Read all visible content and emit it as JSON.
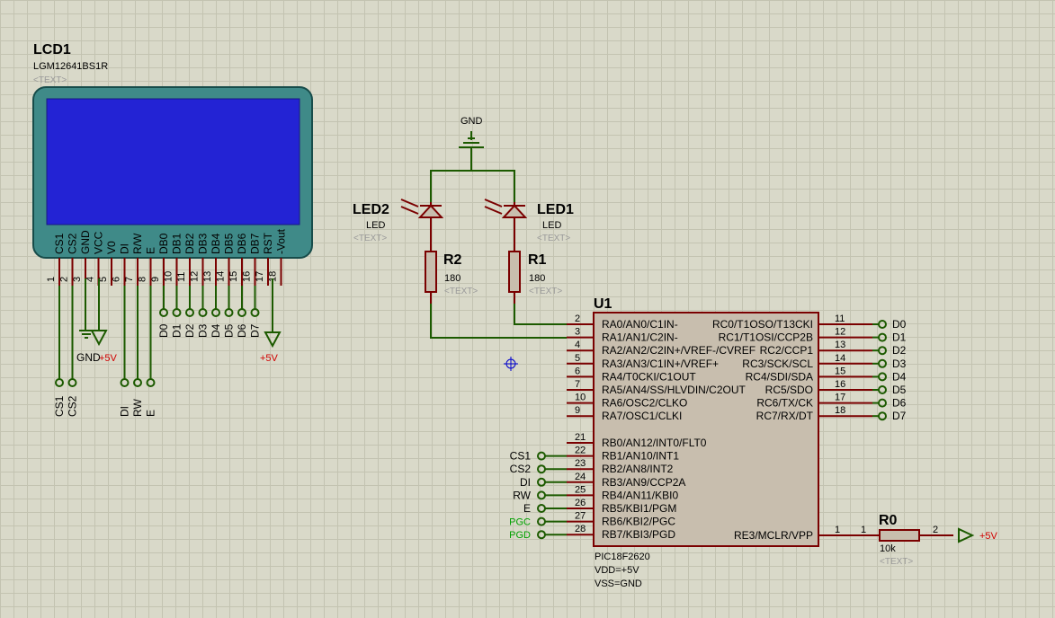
{
  "lcd": {
    "ref": "LCD1",
    "part": "LGM12641BS1R",
    "text_placeholder": "<TEXT>",
    "pins": [
      "CS1",
      "CS2",
      "GND",
      "VCC",
      "V0",
      "DI",
      "R/W",
      "E",
      "DB0",
      "DB1",
      "DB2",
      "DB3",
      "DB4",
      "DB5",
      "DB6",
      "DB7",
      "RST",
      "-Vout"
    ],
    "pin_numbers": [
      "1",
      "2",
      "3",
      "4",
      "5",
      "6",
      "7",
      "8",
      "9",
      "10",
      "11",
      "12",
      "13",
      "14",
      "15",
      "16",
      "17",
      "18"
    ],
    "data_terms": [
      "D0",
      "D1",
      "D2",
      "D3",
      "D4",
      "D5",
      "D6",
      "D7"
    ],
    "ctrl_terms": [
      "CS1",
      "CS2",
      "DI",
      "RW",
      "E"
    ],
    "gnd_label": "GND",
    "vcc_label": "+5V",
    "rst_label": "+5V"
  },
  "gnd_top": "GND",
  "led2": {
    "ref": "LED2",
    "val": "LED",
    "ph": "<TEXT>"
  },
  "led1": {
    "ref": "LED1",
    "val": "LED",
    "ph": "<TEXT>"
  },
  "r2": {
    "ref": "R2",
    "val": "180",
    "ph": "<TEXT>"
  },
  "r1": {
    "ref": "R1",
    "val": "180",
    "ph": "<TEXT>"
  },
  "r0": {
    "ref": "R0",
    "val": "10k",
    "ph": "<TEXT>",
    "pin1": "1",
    "pin2": "2",
    "supply": "+5V"
  },
  "mcu": {
    "ref": "U1",
    "part": "PIC18F2620",
    "vdd": "VDD=+5V",
    "vss": "VSS=GND",
    "left": [
      {
        "num": "2",
        "name": "RA0/AN0/C1IN-"
      },
      {
        "num": "3",
        "name": "RA1/AN1/C2IN-"
      },
      {
        "num": "4",
        "name": "RA2/AN2/C2IN+/VREF-/CVREF"
      },
      {
        "num": "5",
        "name": "RA3/AN3/C1IN+/VREF+"
      },
      {
        "num": "6",
        "name": "RA4/T0CKI/C1OUT"
      },
      {
        "num": "7",
        "name": "RA5/AN4/SS/HLVDIN/C2OUT"
      },
      {
        "num": "10",
        "name": "RA6/OSC2/CLKO"
      },
      {
        "num": "9",
        "name": "RA7/OSC1/CLKI"
      },
      {
        "num": "21",
        "name": "RB0/AN12/INT0/FLT0"
      },
      {
        "num": "22",
        "name": "RB1/AN10/INT1"
      },
      {
        "num": "23",
        "name": "RB2/AN8/INT2"
      },
      {
        "num": "24",
        "name": "RB3/AN9/CCP2A"
      },
      {
        "num": "25",
        "name": "RB4/AN11/KBI0"
      },
      {
        "num": "26",
        "name": "RB5/KBI1/PGM"
      },
      {
        "num": "27",
        "name": "RB6/KBI2/PGC"
      },
      {
        "num": "28",
        "name": "RB7/KBI3/PGD"
      }
    ],
    "right": [
      {
        "num": "11",
        "name": "RC0/T1OSO/T13CKI",
        "net": "D0"
      },
      {
        "num": "12",
        "name": "RC1/T1OSI/CCP2B",
        "net": "D1"
      },
      {
        "num": "13",
        "name": "RC2/CCP1",
        "net": "D2"
      },
      {
        "num": "14",
        "name": "RC3/SCK/SCL",
        "net": "D3"
      },
      {
        "num": "15",
        "name": "RC4/SDI/SDA",
        "net": "D4"
      },
      {
        "num": "16",
        "name": "RC5/SDO",
        "net": "D5"
      },
      {
        "num": "17",
        "name": "RC6/TX/CK",
        "net": "D6"
      },
      {
        "num": "18",
        "name": "RC7/RX/DT",
        "net": "D7"
      }
    ],
    "mclr": {
      "num": "1",
      "name": "RE3/MCLR/VPP"
    },
    "rb_nets": [
      "CS1",
      "CS2",
      "DI",
      "RW",
      "E",
      "PGC",
      "PGD"
    ]
  }
}
